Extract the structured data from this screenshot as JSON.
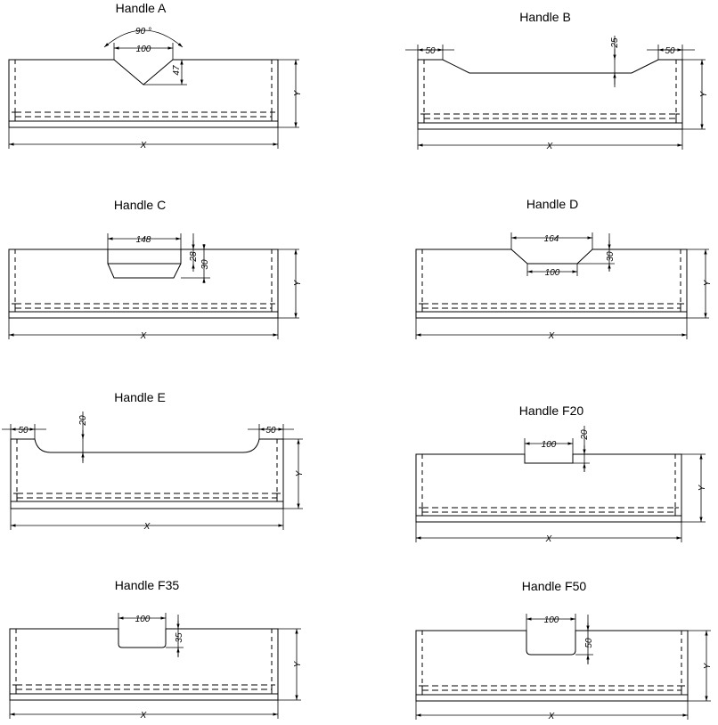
{
  "panels": [
    {
      "id": "a",
      "title": "Handle A",
      "dims": {
        "angle": "90 °",
        "width": "100",
        "depth": "47",
        "x": "X",
        "y": "Y"
      }
    },
    {
      "id": "b",
      "title": "Handle B",
      "dims": {
        "left": "50",
        "depth": "25",
        "right": "50",
        "x": "X",
        "y": "Y"
      }
    },
    {
      "id": "c",
      "title": "Handle C",
      "dims": {
        "width": "148",
        "depth_inner": "28",
        "depth_outer": "30",
        "x": "X",
        "y": "Y"
      }
    },
    {
      "id": "d",
      "title": "Handle D",
      "dims": {
        "top_width": "164",
        "bottom_width": "100",
        "depth": "30",
        "x": "X",
        "y": "Y"
      }
    },
    {
      "id": "e",
      "title": "Handle E",
      "dims": {
        "left": "50",
        "depth": "20",
        "right": "50",
        "x": "X",
        "y": "Y"
      }
    },
    {
      "id": "f20",
      "title": "Handle F20",
      "dims": {
        "width": "100",
        "depth": "20",
        "x": "X",
        "y": "Y"
      }
    },
    {
      "id": "f35",
      "title": "Handle F35",
      "dims": {
        "width": "100",
        "depth": "35",
        "x": "X",
        "y": "Y"
      }
    },
    {
      "id": "f50",
      "title": "Handle F50",
      "dims": {
        "width": "100",
        "depth": "50",
        "x": "X",
        "y": "Y"
      }
    }
  ],
  "colors": {
    "line": "#000000",
    "background": "#ffffff"
  }
}
